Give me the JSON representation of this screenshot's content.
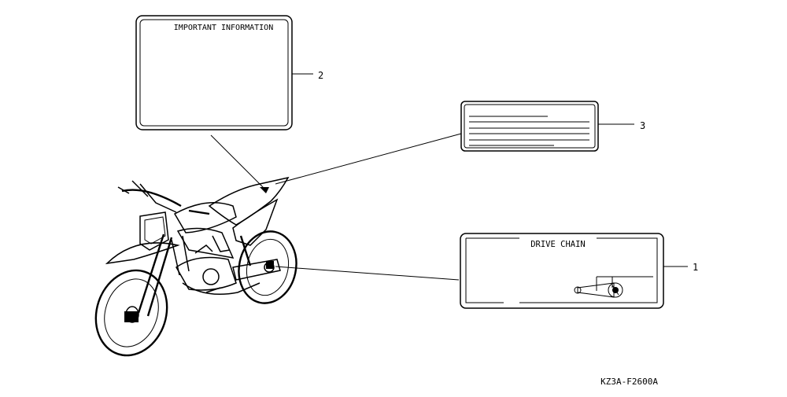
{
  "labels": {
    "important_information": {
      "title": "IMPORTANT INFORMATION",
      "callout": "2"
    },
    "caution_label": {
      "callout": "3"
    },
    "drive_chain": {
      "title": "DRIVE CHAIN",
      "callout": "1"
    }
  },
  "diagram_code": "KZ3A-F2600A",
  "icons": [
    "motorcycle-illustration",
    "chain-adjuster-icon"
  ]
}
